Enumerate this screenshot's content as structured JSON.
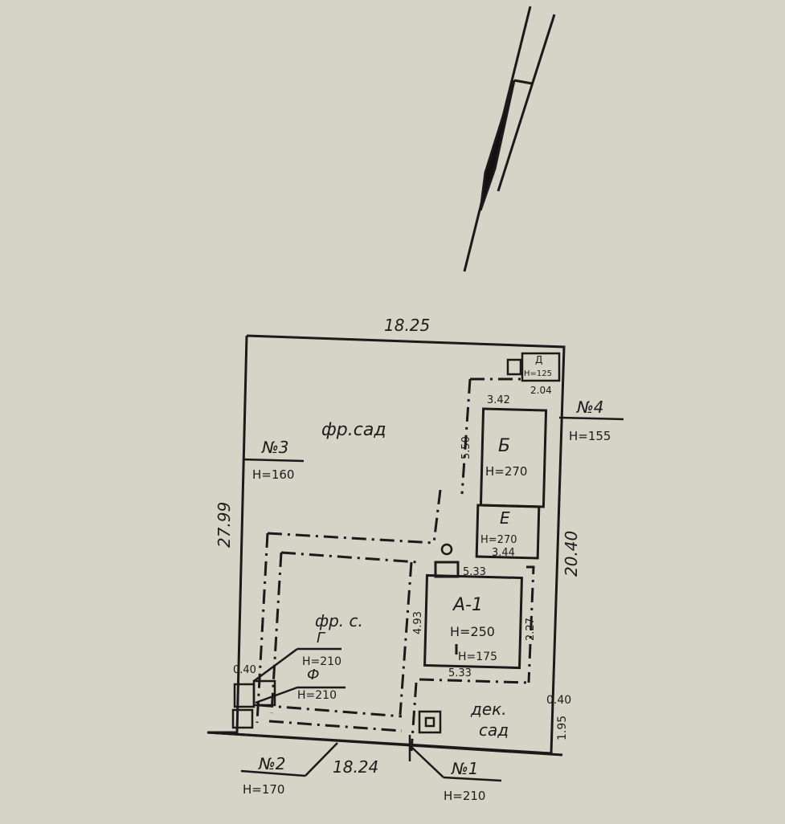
{
  "plan": {
    "width_top": "18.25",
    "width_bottom": "18.24",
    "height_left": "27.99",
    "height_right": "20.40",
    "small_right_a": "0.40",
    "small_right_b": "1.95",
    "small_left": "0.40"
  },
  "areas": {
    "garden_top": "фр.сад",
    "garden_left": "фр. с.",
    "garden_decor_1": "дек.",
    "garden_decor_2": "сад"
  },
  "buildings": {
    "A1": {
      "label": "А-1",
      "h1": "Н=250",
      "h2": "Н=175",
      "dim_top": "5.33",
      "dim_bottom": "5.33",
      "dim_left": "4.93",
      "dim_right": "2.27"
    },
    "B": {
      "label": "Б",
      "h": "Н=270",
      "dim_top": "3.42",
      "dim_side": "5.50"
    },
    "E": {
      "label": "Е",
      "h": "Н=270",
      "dim_bottom": "3.44"
    },
    "D": {
      "label": "Д",
      "h": "Н=125",
      "dim": "2.04"
    },
    "G": {
      "label": "Г",
      "h": "Н=210"
    },
    "F": {
      "label": "Ф",
      "h": "Н=210"
    }
  },
  "markers": {
    "n1": {
      "label": "№1",
      "h": "Н=210"
    },
    "n2": {
      "label": "№2",
      "h": "Н=170"
    },
    "n3": {
      "label": "№3",
      "h": "Н=160"
    },
    "n4": {
      "label": "№4",
      "h": "Н=155"
    }
  }
}
